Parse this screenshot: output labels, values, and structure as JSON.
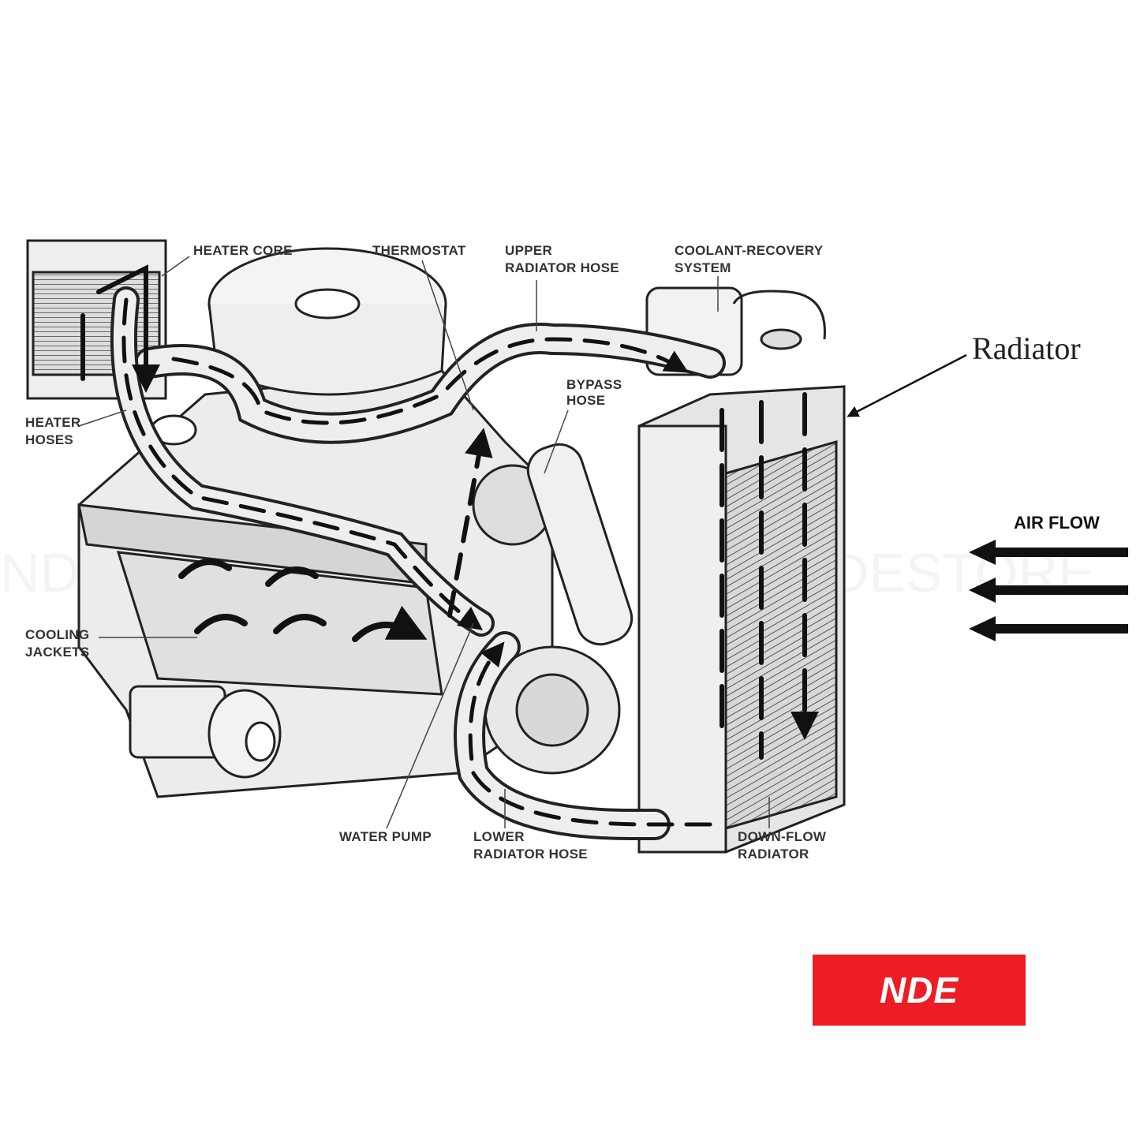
{
  "diagram": {
    "labels": {
      "heater_core": "HEATER CORE",
      "thermostat": "THERMOSTAT",
      "upper_hose_1": "UPPER",
      "upper_hose_2": "RADIATOR HOSE",
      "coolant_1": "COOLANT-RECOVERY",
      "coolant_2": "SYSTEM",
      "radiator": "Radiator",
      "bypass_1": "BYPASS",
      "bypass_2": "HOSE",
      "heater_hoses_1": "HEATER",
      "heater_hoses_2": "HOSES",
      "air_flow": "AIR FLOW",
      "cooling_1": "COOLING",
      "cooling_2": "JACKETS",
      "water_pump": "WATER PUMP",
      "lower_hose_1": "LOWER",
      "lower_hose_2": "RADIATOR HOSE",
      "downflow_1": "DOWN-FLOW",
      "downflow_2": "RADIATOR"
    },
    "watermark": "NDESTORE",
    "colors": {
      "line": "#222222",
      "fill": "#e6e6e6",
      "logo_bg": "#ee1c25"
    }
  },
  "logo": {
    "text": "NDE"
  }
}
